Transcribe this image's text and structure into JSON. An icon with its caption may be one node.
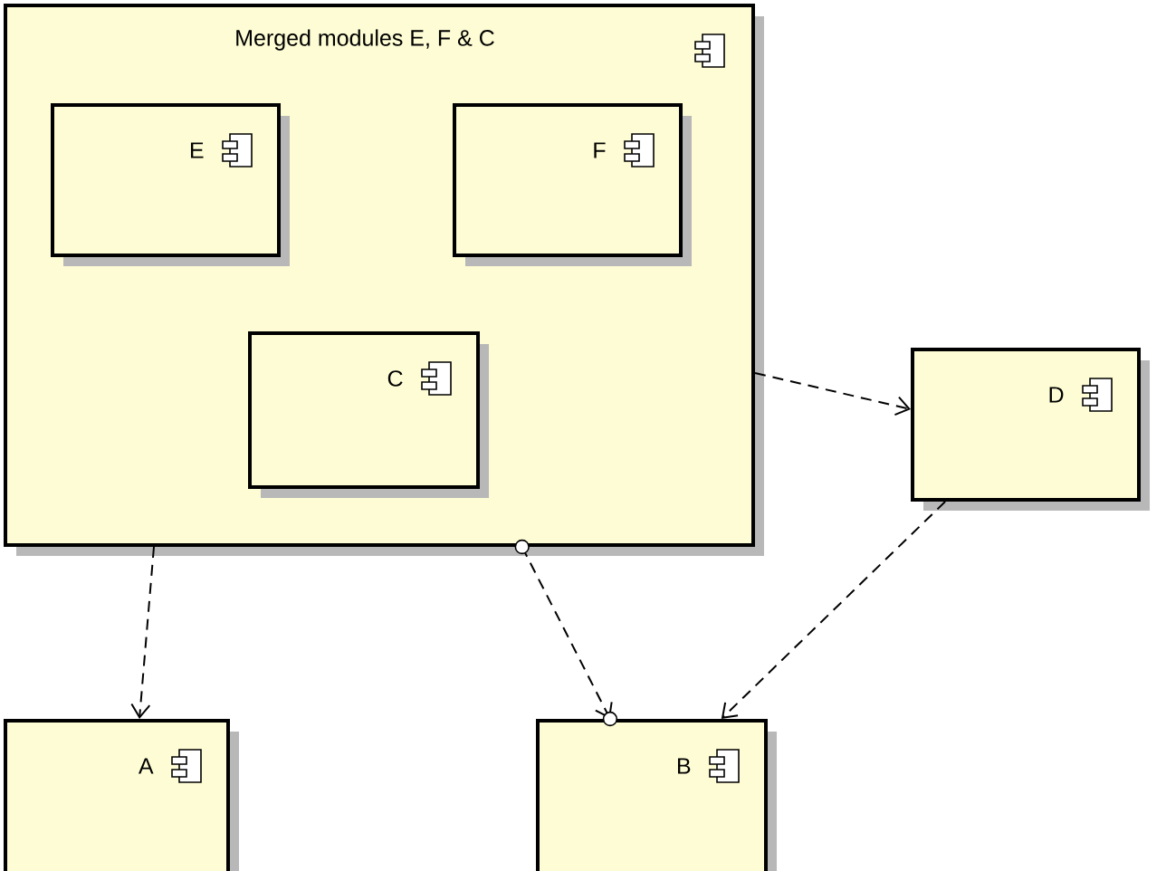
{
  "diagram": {
    "nodes": [
      {
        "text": [
          "Merged modules E, F & C"
        ]
      },
      {
        "text": [
          "E"
        ],
        "in": 0
      },
      {
        "text": [
          "F"
        ],
        "in": 0
      },
      {
        "text": [
          "C"
        ],
        "in": 0
      },
      {
        "text": [
          "D"
        ]
      },
      {
        "text": [
          "A"
        ]
      },
      {
        "text": [
          "B"
        ]
      }
    ],
    "edges": [
      {
        "from": 0,
        "to": 4,
        "arrow": "to",
        "style": "dashed"
      },
      {
        "from": 0,
        "to": 5,
        "arrow": "to",
        "style": "dashed"
      },
      {
        "from": 0,
        "to": 6,
        "arrow": "to",
        "style": "dashed"
      },
      {
        "from": 4,
        "to": 6,
        "arrow": "to",
        "style": "dashed"
      }
    ]
  }
}
